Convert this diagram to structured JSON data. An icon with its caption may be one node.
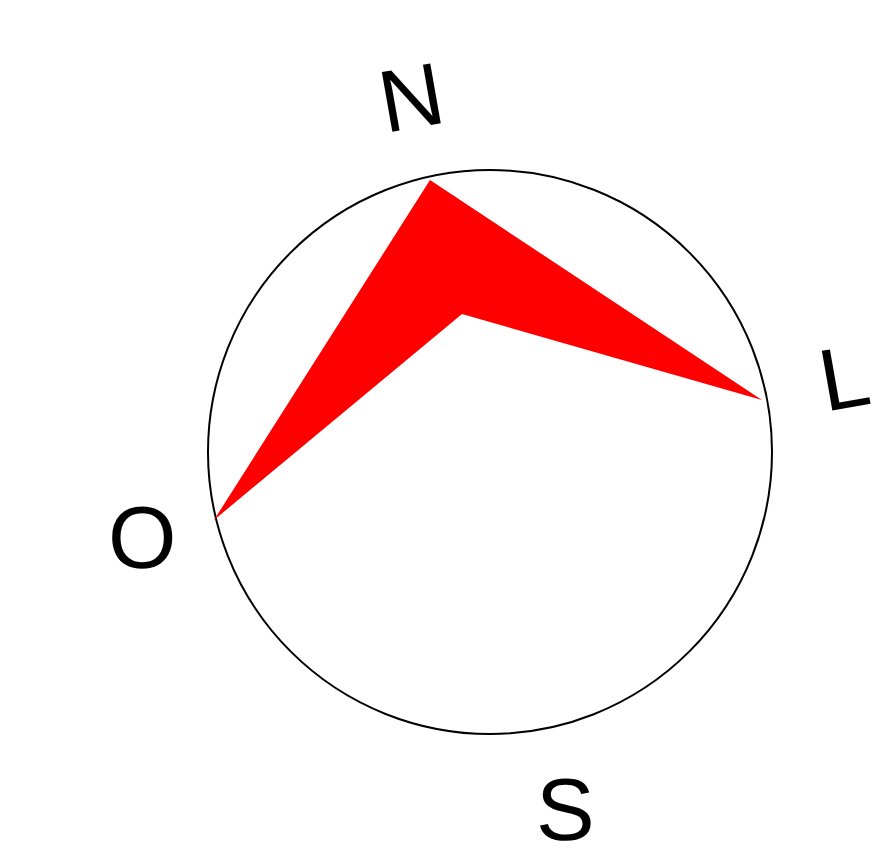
{
  "diagram": {
    "labels": [
      "N",
      "L",
      "O",
      "S"
    ]
  }
}
